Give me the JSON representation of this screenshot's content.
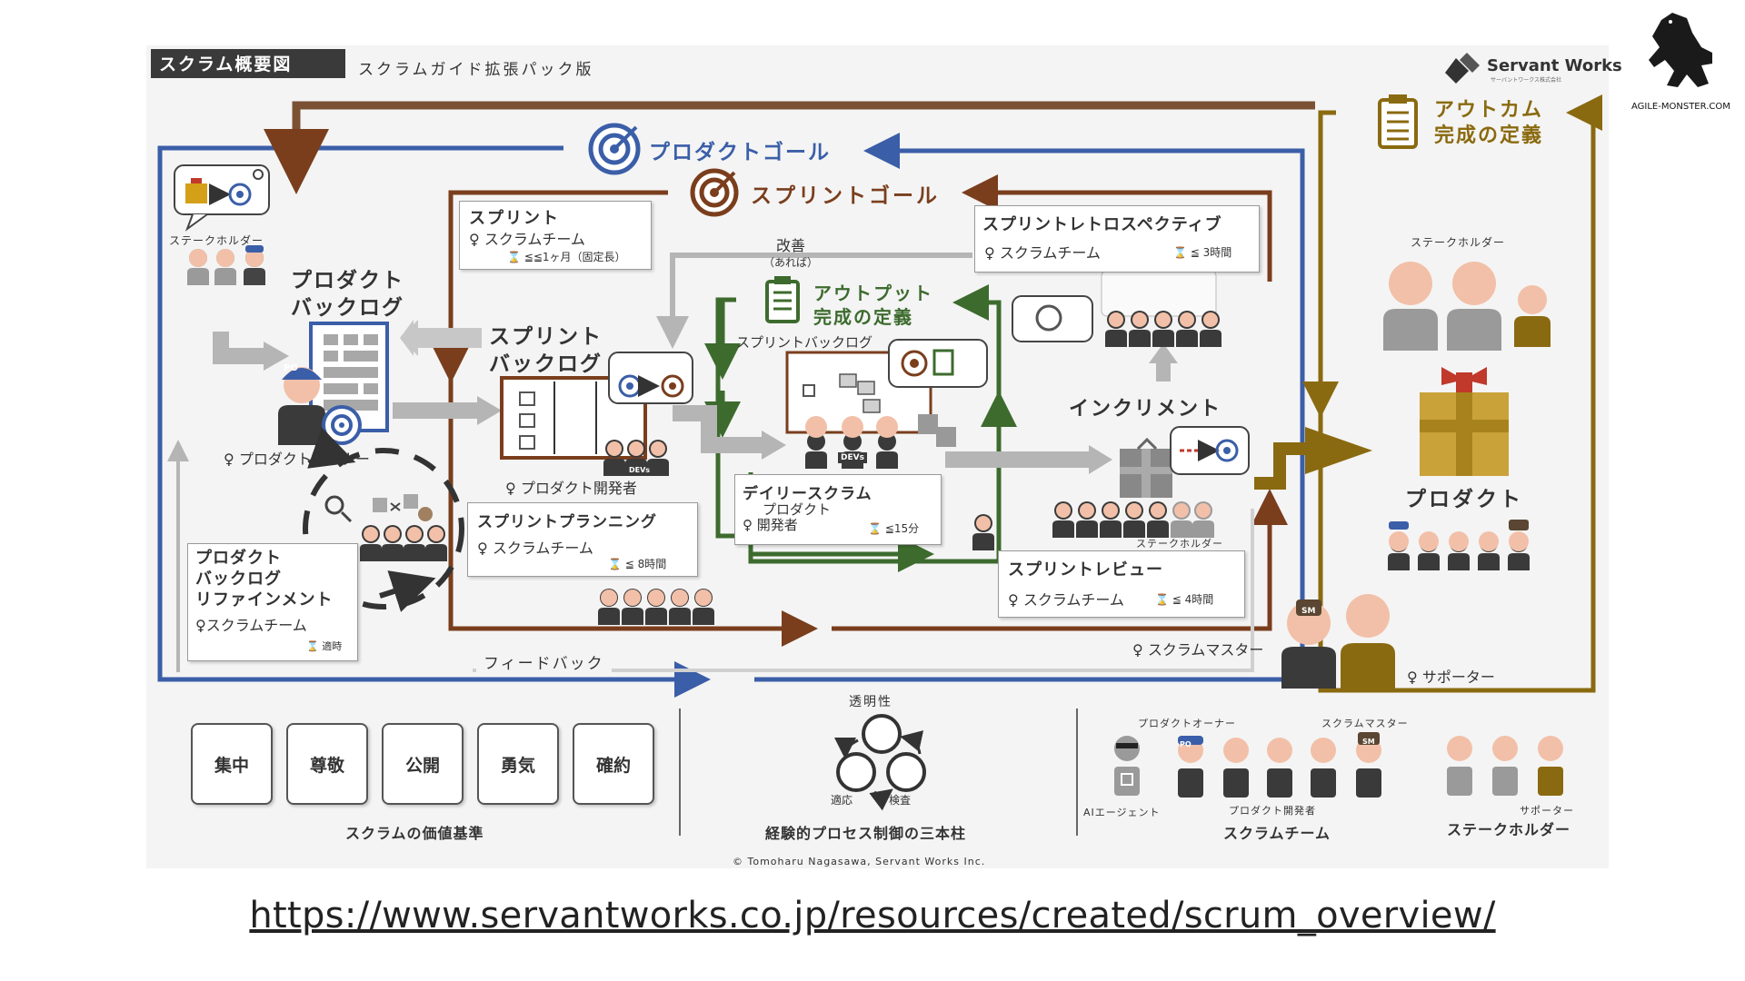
{
  "header": {
    "tag": "スクラム概要図",
    "subtitle": "スクラムガイド拡張パック版"
  },
  "brand": {
    "servant": "Servant Works",
    "servant_sub": "サーバントワークス株式会社",
    "monster": "AGILE-MONSTER.COM"
  },
  "goals": {
    "product_goal": "プロダクトゴール",
    "sprint_goal": "スプリントゴール",
    "outcome_line1": "アウトカム",
    "outcome_line2": "完成の定義"
  },
  "sprint": {
    "title": "スプリント",
    "team": "スクラムチーム",
    "time": "≦≦1ヶ月（固定長）"
  },
  "retro": {
    "title": "スプリントレトロスペクティブ",
    "team": "スクラムチーム",
    "time": "≦ 3時間"
  },
  "kaizen": {
    "line1": "改善",
    "line2": "（あれば）"
  },
  "output": {
    "line1": "アウトプット",
    "line2": "完成の定義"
  },
  "left": {
    "stakeholder": "ステークホルダー",
    "pb_line1": "プロダクト",
    "pb_line2": "バックログ",
    "po": "プロダクトオーナー"
  },
  "sprint_backlog": {
    "line1": "スプリント",
    "line2": "バックログ",
    "dev": "プロダクト開発者",
    "inner": "スプリントバックログ"
  },
  "refinement": {
    "line1": "プロダクト",
    "line2": "バックログ",
    "line3": "リファインメント",
    "team": "スクラムチーム",
    "time": "適時"
  },
  "planning": {
    "title": "スプリントプランニング",
    "team": "スクラムチーム",
    "time": "≦ 8時間"
  },
  "daily": {
    "title": "デイリースクラム",
    "who1": "プロダクト",
    "who2": "開発者",
    "time": "≦15分"
  },
  "increment": {
    "title": "インクリメント",
    "stakeholder": "ステークホルダー"
  },
  "review": {
    "title": "スプリントレビュー",
    "team": "スクラムチーム",
    "time": "≦ 4時間"
  },
  "feedback": "フィードバック",
  "scrum_master": "スクラムマスター",
  "right": {
    "stakeholder": "ステークホルダー",
    "product": "プロダクト",
    "supporter": "サポーター"
  },
  "values": {
    "items": [
      "集中",
      "尊敬",
      "公開",
      "勇気",
      "確約"
    ],
    "caption": "スクラムの価値基準"
  },
  "pillars": {
    "top": "透明性",
    "left": "適応",
    "right": "検査",
    "caption": "経験的プロセス制御の三本柱"
  },
  "legend": {
    "po": "プロダクトオーナー",
    "sm": "スクラムマスター",
    "ai": "AIエージェント",
    "dev": "プロダクト開発者",
    "team_caption": "スクラムチーム",
    "supporter": "サポーター",
    "stakeholder_caption": "ステークホルダー"
  },
  "badges": {
    "po": "PO",
    "sm": "SM",
    "devs": "DEVs"
  },
  "copyright": "© Tomoharu Nagasawa, Servant Works Inc.",
  "url": "https://www.servantworks.co.jp/resources/created/scrum_overview/",
  "colors": {
    "blue": "#3b5ea8",
    "brown": "#7a3e1d",
    "green": "#3d6b2e",
    "gold": "#8a6a10",
    "gray_arrow": "#b5b5b5"
  }
}
